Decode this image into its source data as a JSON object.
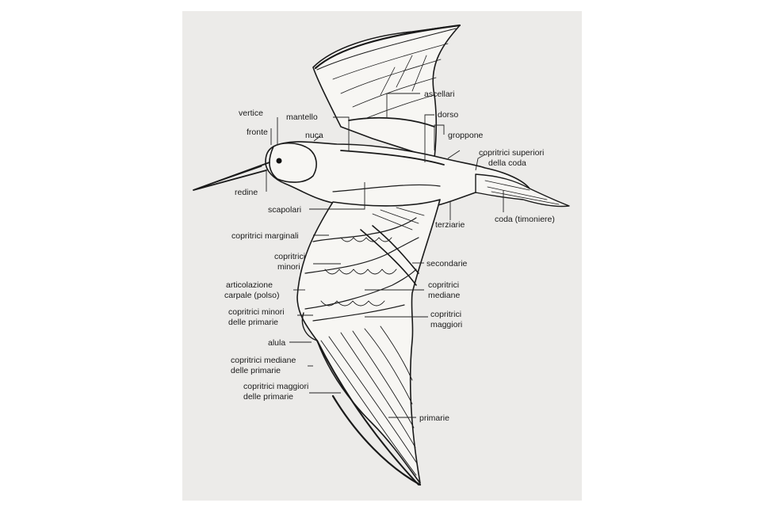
{
  "labels": {
    "ascellari": "ascellari",
    "dorso": "dorso",
    "groppone": "groppone",
    "copritrici_superiori_1": "copritrici superiori",
    "copritrici_superiori_2": "della coda",
    "vertice": "vertice",
    "mantello": "mantello",
    "fronte": "fronte",
    "nuca": "nuca",
    "redine": "redine",
    "coda": "coda (timoniere)",
    "scapolari": "scapolari",
    "terziarie": "terziarie",
    "copritrici_marginali": "copritrici marginali",
    "copritrici_minori_1": "copritrici",
    "copritrici_minori_2": "minori",
    "secondarie": "secondarie",
    "articolazione_1": "articolazione",
    "articolazione_2": "carpale (polso)",
    "copritrici_mediane_1": "copritrici",
    "copritrici_mediane_2": "mediane",
    "copritrici_maggiori_1": "copritrici",
    "copritrici_maggiori_2": "maggiori",
    "minori_primarie_1": "copritrici minori",
    "minori_primarie_2": "delle primarie",
    "alula": "alula",
    "mediane_primarie_1": "copritrici mediane",
    "mediane_primarie_2": "delle primarie",
    "maggiori_primarie_1": "copritrici maggiori",
    "maggiori_primarie_2": "delle primarie",
    "primarie": "primarie"
  },
  "colors": {
    "ink": "#1a1a1a",
    "paper": "#ecebe9"
  }
}
